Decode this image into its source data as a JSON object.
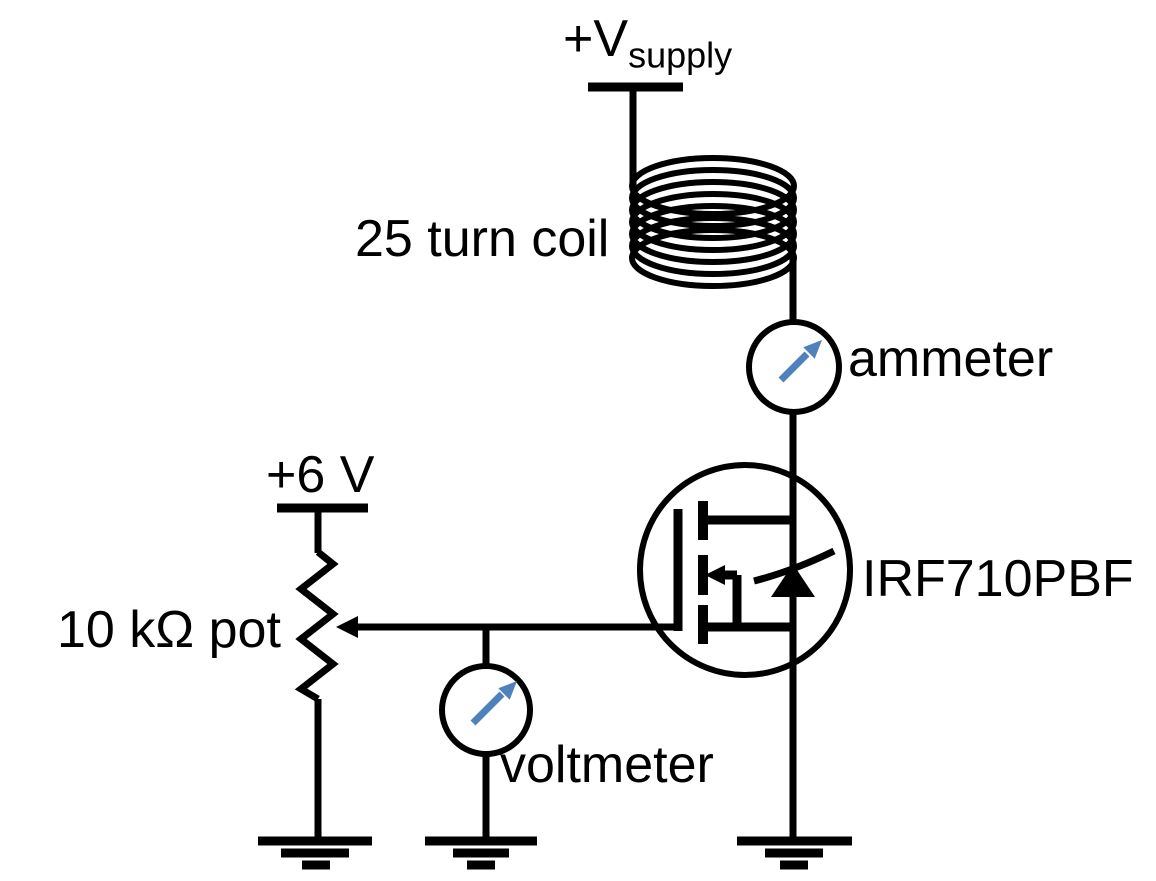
{
  "diagram": {
    "supply_label": {
      "main": "+V",
      "subscript": "supply"
    },
    "labels": {
      "coil": "25 turn coil",
      "ammeter": "ammeter",
      "mosfet": "IRF710PBF",
      "pot": "10 kΩ pot",
      "vcc": "+6 V",
      "voltmeter": "voltmeter"
    },
    "colors": {
      "background": "#ffffff",
      "wire": "#000000",
      "meter_arrow": "#4f81bd"
    }
  }
}
